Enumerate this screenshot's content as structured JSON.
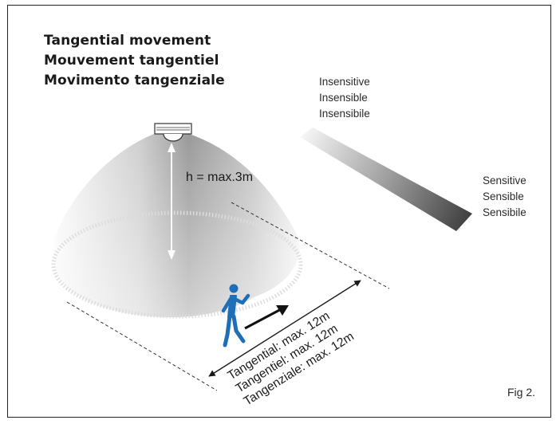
{
  "title": {
    "en": "Tangential movement",
    "fr": "Mouvement tangentiel",
    "it": "Movimento tangenziale"
  },
  "scale": {
    "low": [
      "Insensitive",
      "Insensible",
      "Insensibile"
    ],
    "high": [
      "Sensitive",
      "Sensible",
      "Sensibile"
    ]
  },
  "height_label": "h = max.3m",
  "distance": {
    "en": "Tangential: max. 12m",
    "fr": "Tangentiel: max. 12m",
    "it": "Tangenziale: max. 12m"
  },
  "figure_label": "Fig 2.",
  "colors": {
    "person": "#1e6fb8",
    "text": "#1a1a1a",
    "cone_light": "#f4f4f4",
    "cone_dark": "#8a8a8a"
  },
  "icons": {
    "sensor": "motion-sensor-icon",
    "person": "walking-person-icon"
  }
}
